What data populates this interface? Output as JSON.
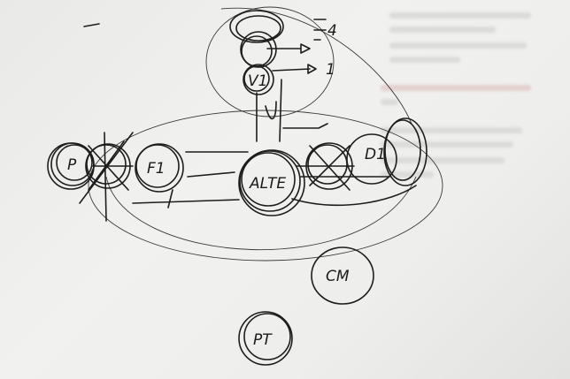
{
  "sketch": {
    "nodes": [
      {
        "id": "p",
        "label": "P"
      },
      {
        "id": "f1",
        "label": "F1"
      },
      {
        "id": "alte",
        "label": "ALTE"
      },
      {
        "id": "d1",
        "label": "D1"
      },
      {
        "id": "v1",
        "label": "V1"
      },
      {
        "id": "cm",
        "label": "CM"
      },
      {
        "id": "pt",
        "label": "PT"
      }
    ],
    "annotations": [
      "4",
      "1"
    ]
  },
  "colors": {
    "ink": "#1d1d1d",
    "paper": "#ececea"
  }
}
